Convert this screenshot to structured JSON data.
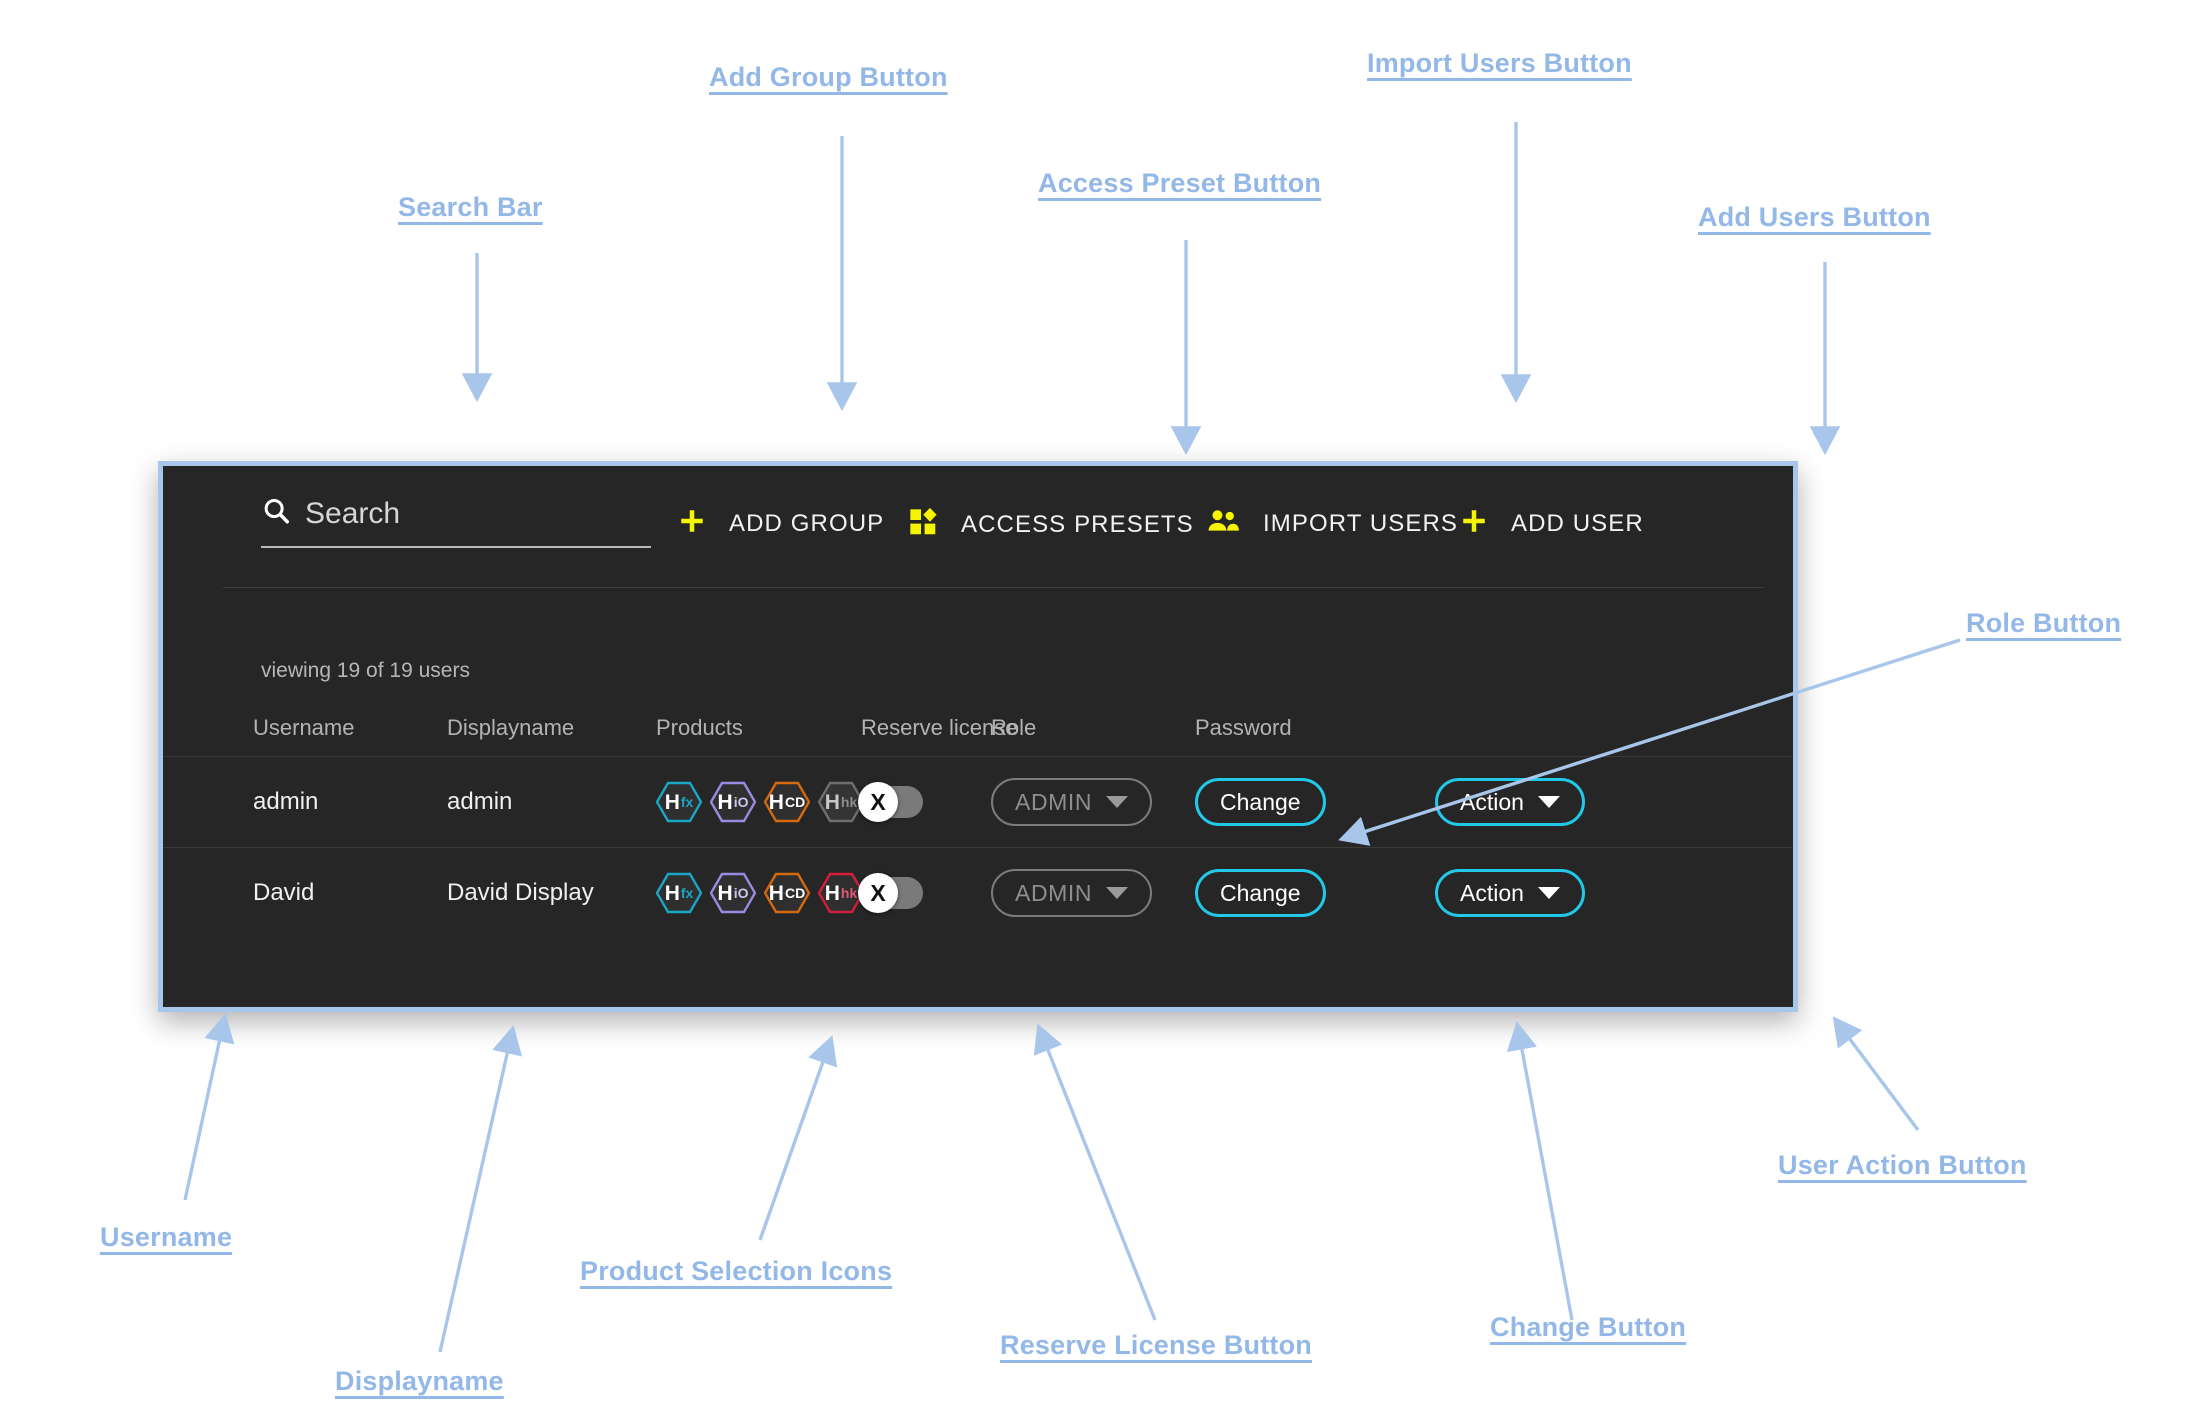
{
  "annotations": [
    {
      "id": "search-bar",
      "text": "Search Bar"
    },
    {
      "id": "add-group-button",
      "text": "Add Group Button"
    },
    {
      "id": "access-preset-button",
      "text": "Access Preset Button"
    },
    {
      "id": "import-users-button",
      "text": "Import Users Button"
    },
    {
      "id": "add-users-button",
      "text": "Add Users Button"
    },
    {
      "id": "role-button",
      "text": "Role Button"
    },
    {
      "id": "username",
      "text": "Username"
    },
    {
      "id": "displayname",
      "text": "Displayname"
    },
    {
      "id": "product-selection-icons",
      "text": "Product Selection Icons"
    },
    {
      "id": "reserve-license-button",
      "text": "Reserve License Button"
    },
    {
      "id": "change-button",
      "text": "Change Button"
    },
    {
      "id": "user-action-button",
      "text": "User Action Button"
    }
  ],
  "toolbar": {
    "search": {
      "placeholder": "Search",
      "value": "",
      "icon": "search-icon"
    },
    "buttons": [
      {
        "id": "add-group",
        "label": "ADD GROUP",
        "icon": "plus-icon"
      },
      {
        "id": "access-presets",
        "label": "ACCESS PRESETS",
        "icon": "dashboard-icon"
      },
      {
        "id": "import-users",
        "label": "IMPORT USERS",
        "icon": "people-icon"
      },
      {
        "id": "add-user",
        "label": "ADD USER",
        "icon": "plus-icon"
      }
    ]
  },
  "status": {
    "viewing": "viewing 19 of 19 users"
  },
  "table": {
    "headers": {
      "username": "Username",
      "displayname": "Displayname",
      "products": "Products",
      "reserve": "Reserve license",
      "role": "Role",
      "password": "Password"
    },
    "rows": [
      {
        "username": "admin",
        "displayname": "admin",
        "products": [
          {
            "main": "H",
            "sub": "fx",
            "color": "#1aa7c4",
            "active": true
          },
          {
            "main": "H",
            "sub": "iO",
            "color": "#9b8ae0",
            "active": true
          },
          {
            "main": "H",
            "sub": "CD",
            "color": "#d4690e",
            "active": true
          },
          {
            "main": "H",
            "sub": "hk",
            "color": "#6e6e6e",
            "active": false
          }
        ],
        "reserve": {
          "state": "off",
          "knob": "X"
        },
        "role": "ADMIN",
        "password": "Change",
        "action": "Action"
      },
      {
        "username": "David",
        "displayname": "David Display",
        "products": [
          {
            "main": "H",
            "sub": "fx",
            "color": "#1aa7c4",
            "active": true
          },
          {
            "main": "H",
            "sub": "iO",
            "color": "#9b8ae0",
            "active": true
          },
          {
            "main": "H",
            "sub": "CD",
            "color": "#d4690e",
            "active": true
          },
          {
            "main": "H",
            "sub": "hk",
            "color": "#d21f3c",
            "active": true
          }
        ],
        "reserve": {
          "state": "off",
          "knob": "X"
        },
        "role": "ADMIN",
        "password": "Change",
        "action": "Action"
      }
    ]
  },
  "colors": {
    "panel_background": "#262626",
    "panel_border": "#a8c6ea",
    "accent_yellow": "#f5f500",
    "accent_cyan": "#22c8e8",
    "annotation_blue": "#93b8e8"
  }
}
